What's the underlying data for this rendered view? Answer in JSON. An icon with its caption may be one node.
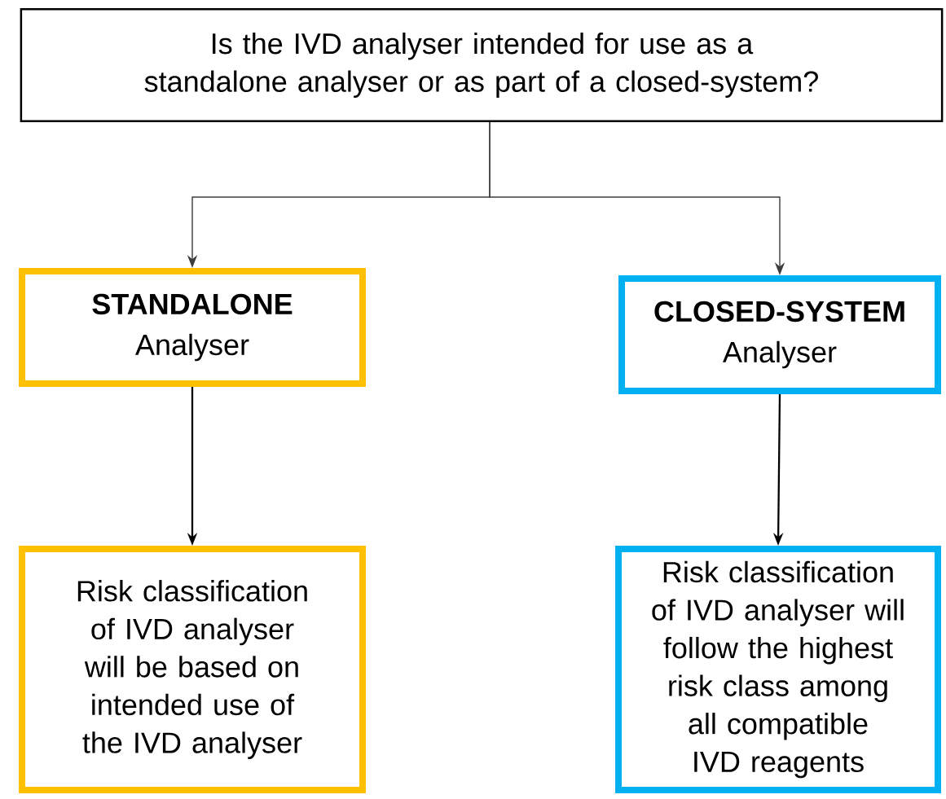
{
  "diagram": {
    "nodes": [
      {
        "text": [
          "Is the IVD analyser intended for use as a standalone analyser or as part of a closed-system?"
        ]
      },
      {
        "text": [
          "STANDALONE",
          "Analyser"
        ]
      },
      {
        "text": [
          "CLOSED-SYSTEM",
          "Analyser"
        ]
      },
      {
        "text": [
          "Risk classification of IVD analyser will be based on intended use of the IVD analyser"
        ]
      },
      {
        "text": [
          "Risk classification of IVD analyser will follow the highest risk class among all compatible IVD reagents"
        ]
      }
    ],
    "edges": [
      {
        "from": 0,
        "to": 1,
        "arrow": "to"
      },
      {
        "from": 0,
        "to": 2,
        "arrow": "to"
      },
      {
        "from": 1,
        "to": 3,
        "arrow": "to"
      },
      {
        "from": 2,
        "to": 4,
        "arrow": "to"
      }
    ]
  }
}
